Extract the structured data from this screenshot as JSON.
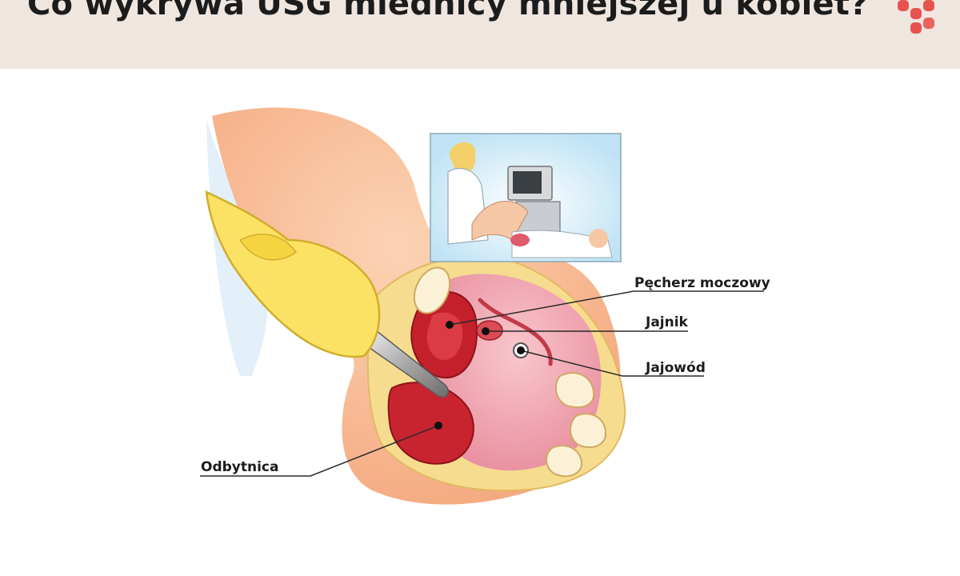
{
  "header": {
    "title": "Co wykrywa USG miednicy mniejszej u kobiet?",
    "logo_icon": "medical-cross-dots-icon",
    "accent": "#e8534f",
    "background": "#efe6df"
  },
  "labels": {
    "bladder": "Pęcherz moczowy",
    "ovary": "Jajnik",
    "fallopian_tube": "Jajowód",
    "rectum": "Odbytnica"
  }
}
